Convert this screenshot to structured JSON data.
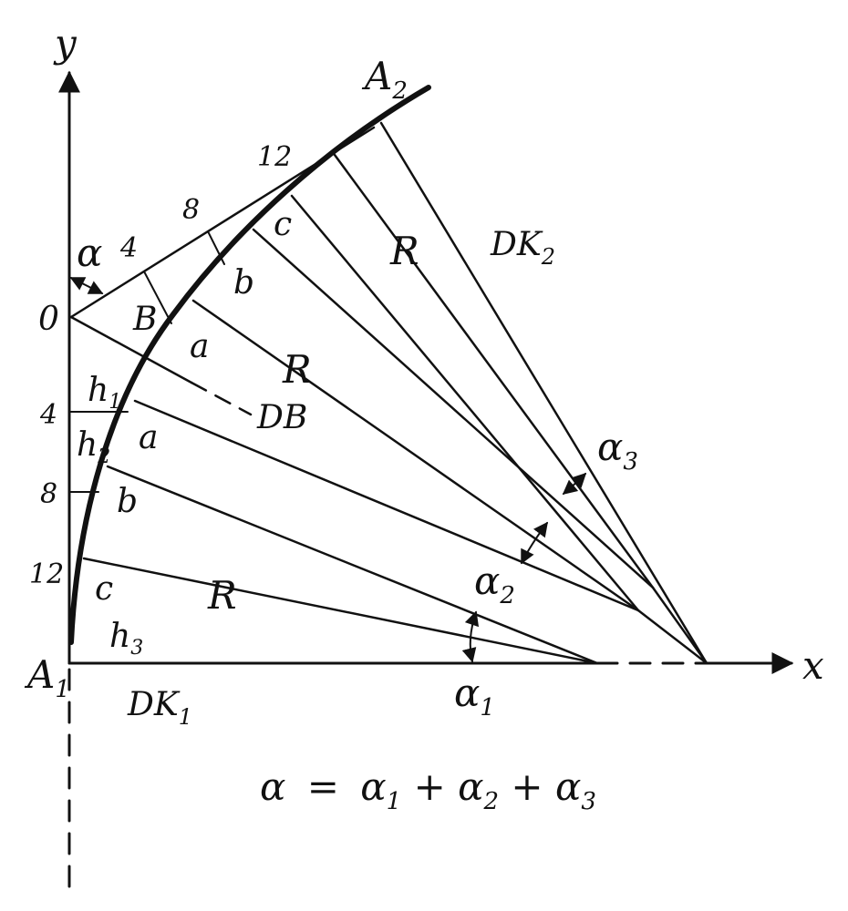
{
  "axes": {
    "y_label": "y",
    "x_label": "x"
  },
  "points": {
    "a1": "A",
    "a1_sub": "1",
    "a2": "A",
    "a2_sub": "2",
    "origin": "0"
  },
  "curves": {
    "dk1": "DK",
    "dk1_sub": "1",
    "dk2": "DK",
    "dk2_sub": "2",
    "db": "DB",
    "b_region": "B"
  },
  "segment_letters": {
    "lower": [
      "a",
      "b",
      "c"
    ],
    "upper": [
      "a",
      "b",
      "c"
    ]
  },
  "heights": [
    {
      "h": "h",
      "sub": "1"
    },
    {
      "h": "h",
      "sub": "2"
    },
    {
      "h": "h",
      "sub": "3"
    }
  ],
  "ticks": {
    "y_axis": [
      "4",
      "8",
      "12"
    ],
    "tangent": [
      "4",
      "8",
      "12"
    ]
  },
  "radius_label": "R",
  "angles": {
    "alpha": "α",
    "alpha1": "α",
    "alpha1_sub": "1",
    "alpha2": "α",
    "alpha2_sub": "2",
    "alpha3": "α",
    "alpha3_sub": "3"
  },
  "formula": {
    "lhs": "α",
    "eq": "=",
    "t1": "α",
    "t1_sub": "1",
    "plus1": "+",
    "t2": "α",
    "t2_sub": "2",
    "plus2": "+",
    "t3": "α",
    "t3_sub": "3"
  }
}
